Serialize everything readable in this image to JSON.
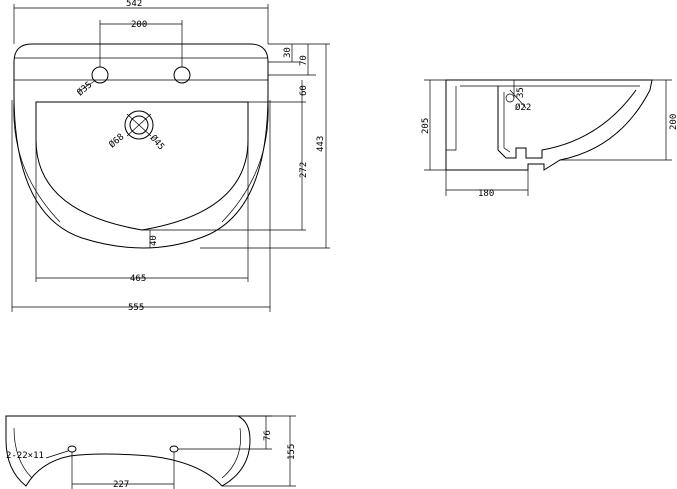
{
  "top_view": {
    "width_outer": "542",
    "tap_spacing": "200",
    "back_offset": "30",
    "tap_setback": "70",
    "tap_hole": "Ø35",
    "bowl_setback": "60",
    "waste_outer": "Ø68",
    "waste_inner": "Ø45",
    "bowl_depth": "272",
    "overall_depth": "443",
    "front_offset": "40",
    "bowl_width": "465",
    "overall_width": "555"
  },
  "side_view": {
    "overflow_offset": "35",
    "overflow_hole": "Ø22",
    "height_left": "205",
    "height_right": "200",
    "waste_position": "180"
  },
  "rear_view": {
    "fixing_holes": "2-22×11",
    "fixing_height": "76",
    "overall_height": "155",
    "fixing_spacing": "227"
  }
}
